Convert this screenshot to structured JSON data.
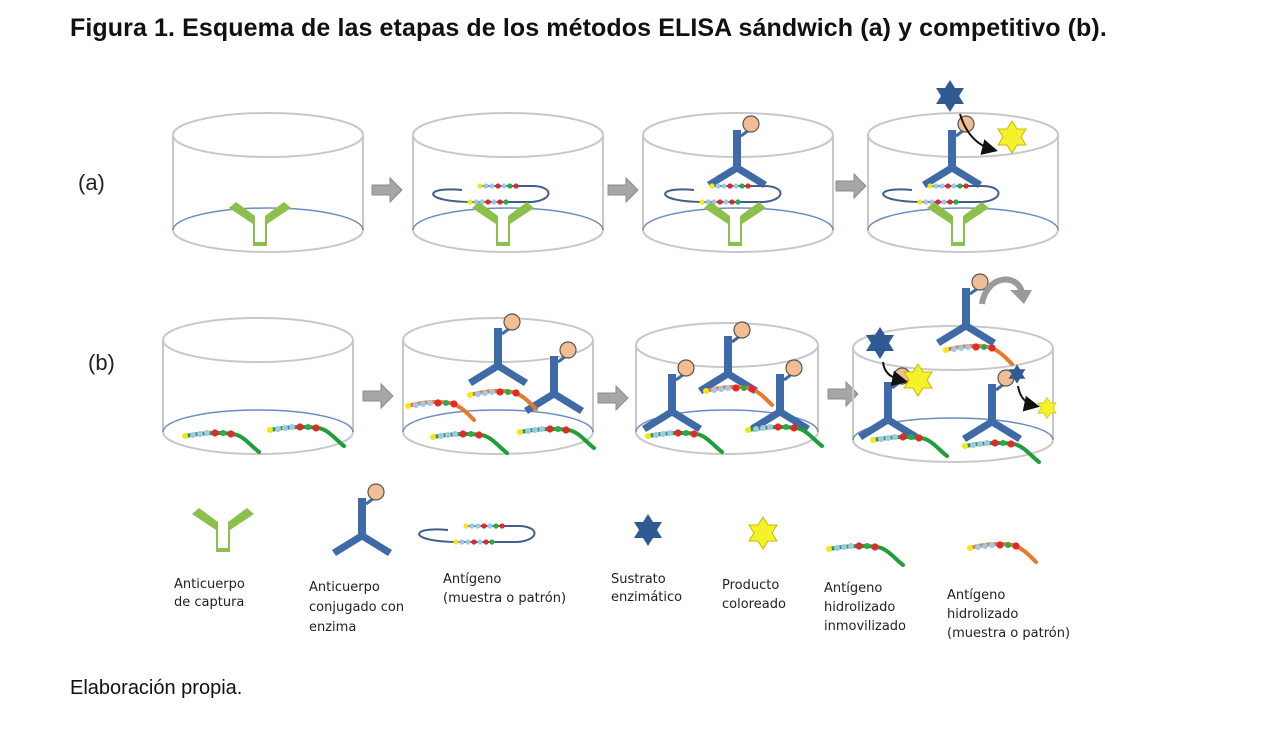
{
  "figure": {
    "title": "Figura 1. Esquema de las etapas de los métodos ELISA sándwich (a) y competitivo (b).",
    "row_a_label": "(a)",
    "row_b_label": "(b)",
    "footer": "Elaboración propia."
  },
  "legend": [
    {
      "id": "capture-antibody",
      "icon": "green-y-antibody-icon",
      "lines": [
        "Anticuerpo",
        "de captura"
      ]
    },
    {
      "id": "enzyme-conjugated-antibody",
      "icon": "blue-enzyme-antibody-icon",
      "lines": [
        "Anticuerpo",
        "conjugado con",
        "enzima"
      ]
    },
    {
      "id": "antigen",
      "icon": "antigen-loop-icon",
      "lines": [
        "Antígeno",
        "(muestra o patrón)"
      ]
    },
    {
      "id": "enzymatic-substrate",
      "icon": "blue-star-icon",
      "lines": [
        "Sustrato",
        "enzimático"
      ]
    },
    {
      "id": "colored-product",
      "icon": "yellow-star-icon",
      "lines": [
        "Producto",
        "coloreado"
      ]
    },
    {
      "id": "immobilized-hydrolyzed-antigen",
      "icon": "green-peptide-icon",
      "lines": [
        "Antígeno",
        "hidrolizado",
        "inmovilizado"
      ]
    },
    {
      "id": "hydrolyzed-antigen-sample",
      "icon": "orange-peptide-icon",
      "lines": [
        "Antígeno",
        "hidrolizado",
        "(muestra o patrón)"
      ]
    }
  ],
  "colors": {
    "capture_antibody": "#8dc04a",
    "conjugated_antibody": "#3f6aa8",
    "enzyme": "#f2bd93",
    "substrate": "#2f5a94",
    "product": "#f5f22a",
    "immobilized_peptide": "#1f9e3a",
    "sample_peptide": "#e8782a",
    "arrow": "#a6a6a6",
    "well_stroke": "#c8c8c8",
    "well_floor": "#6b8cc2"
  }
}
